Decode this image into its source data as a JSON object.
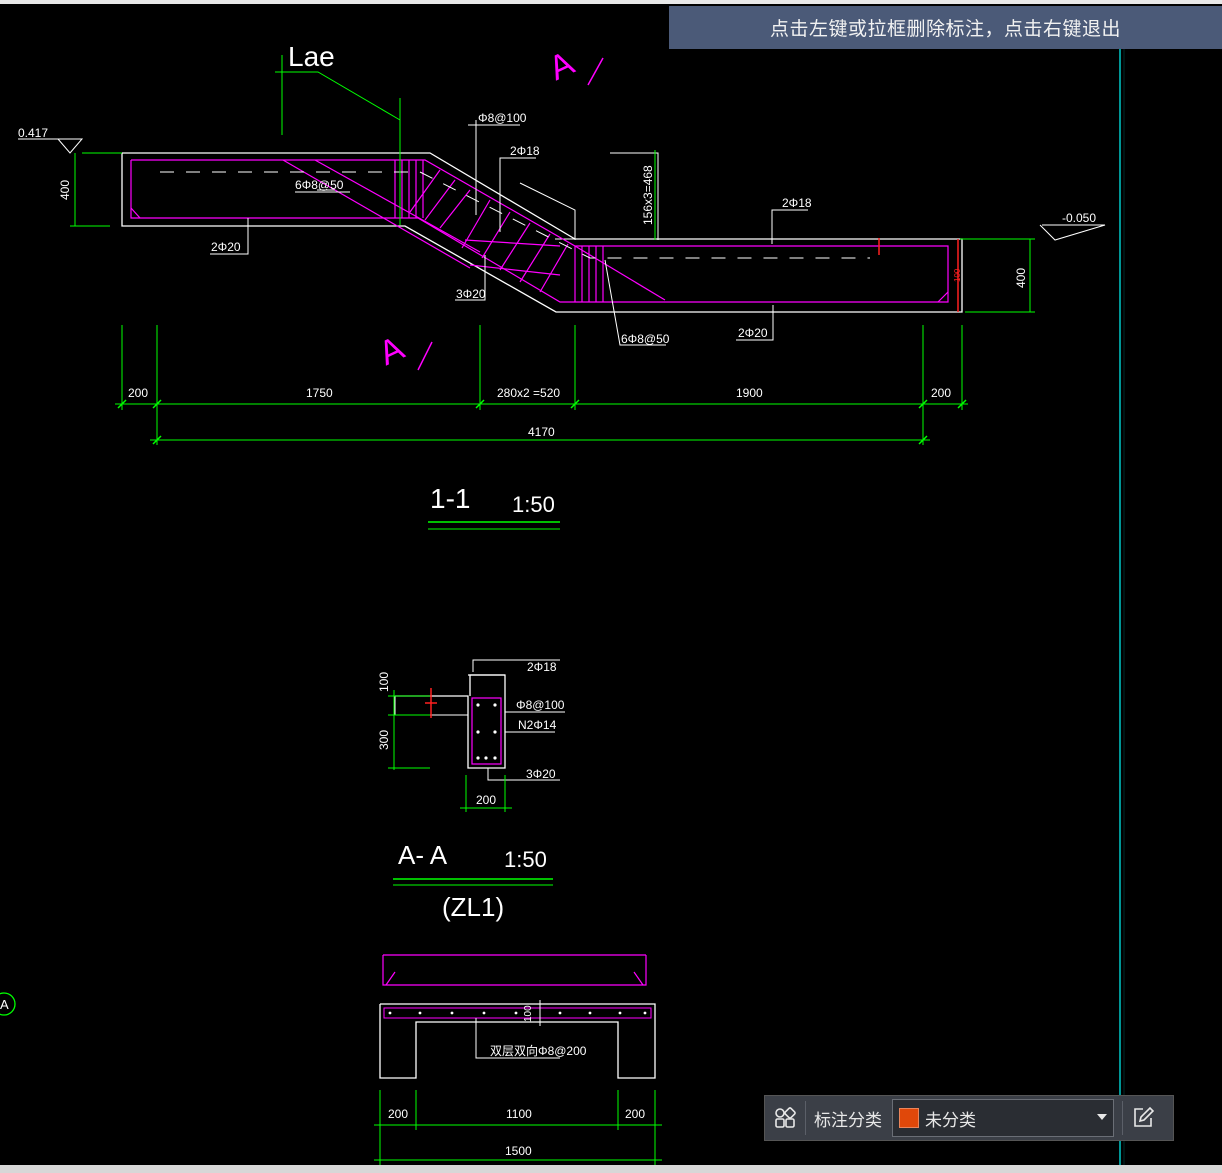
{
  "tooltip": {
    "text": "点击左键或拉框删除标注，点击右键退出"
  },
  "toolbar": {
    "category_label": "标注分类",
    "category_selected": "未分类",
    "swatch_color": "#e0480a"
  },
  "drawing": {
    "section_1_1": {
      "title": "1-1",
      "scale": "1:50",
      "lae_label": "Lae",
      "section_mark": "A",
      "elev_left": "0.417",
      "elev_right": "-0.050",
      "height_left": "400",
      "height_right": "400",
      "beam_height_mark": "100",
      "rebar_top_stirrup": "Φ8@100",
      "rebar_2phi18_a": "2Φ18",
      "rebar_2phi18_b": "2Φ18",
      "rebar_6phi8_left": "6Φ8@50",
      "rebar_6phi8_right": "6Φ8@50",
      "rebar_2phi20_left": "2Φ20",
      "rebar_2phi20_right": "2Φ20",
      "rebar_3phi20": "3Φ20",
      "step_dim": "156x3=468",
      "dims": [
        "200",
        "1750",
        "280x2 =520",
        "1900",
        "200"
      ],
      "total_dim": "4170"
    },
    "section_a_a": {
      "title": "A- A",
      "scale": "1:50",
      "subtitle": "(ZL1)",
      "rebar_top": "2Φ18",
      "rebar_stirrup": "Φ8@100",
      "rebar_side": "N2Φ14",
      "rebar_bottom": "3Φ20",
      "dim_100": "100",
      "dim_300": "300",
      "dim_width": "200"
    },
    "section_bottom": {
      "rebar_note": "双层双向Φ8@200",
      "thickness": "100",
      "dims": [
        "200",
        "1100",
        "200"
      ],
      "total_dim": "1500"
    },
    "grid_bubble": "A"
  },
  "colors": {
    "background": "#000000",
    "concrete": "#ffffff",
    "rebar": "#ff00ff",
    "dimension": "#00ff00",
    "grid_line": "#00c8c8",
    "marker_red": "#ff2020"
  }
}
